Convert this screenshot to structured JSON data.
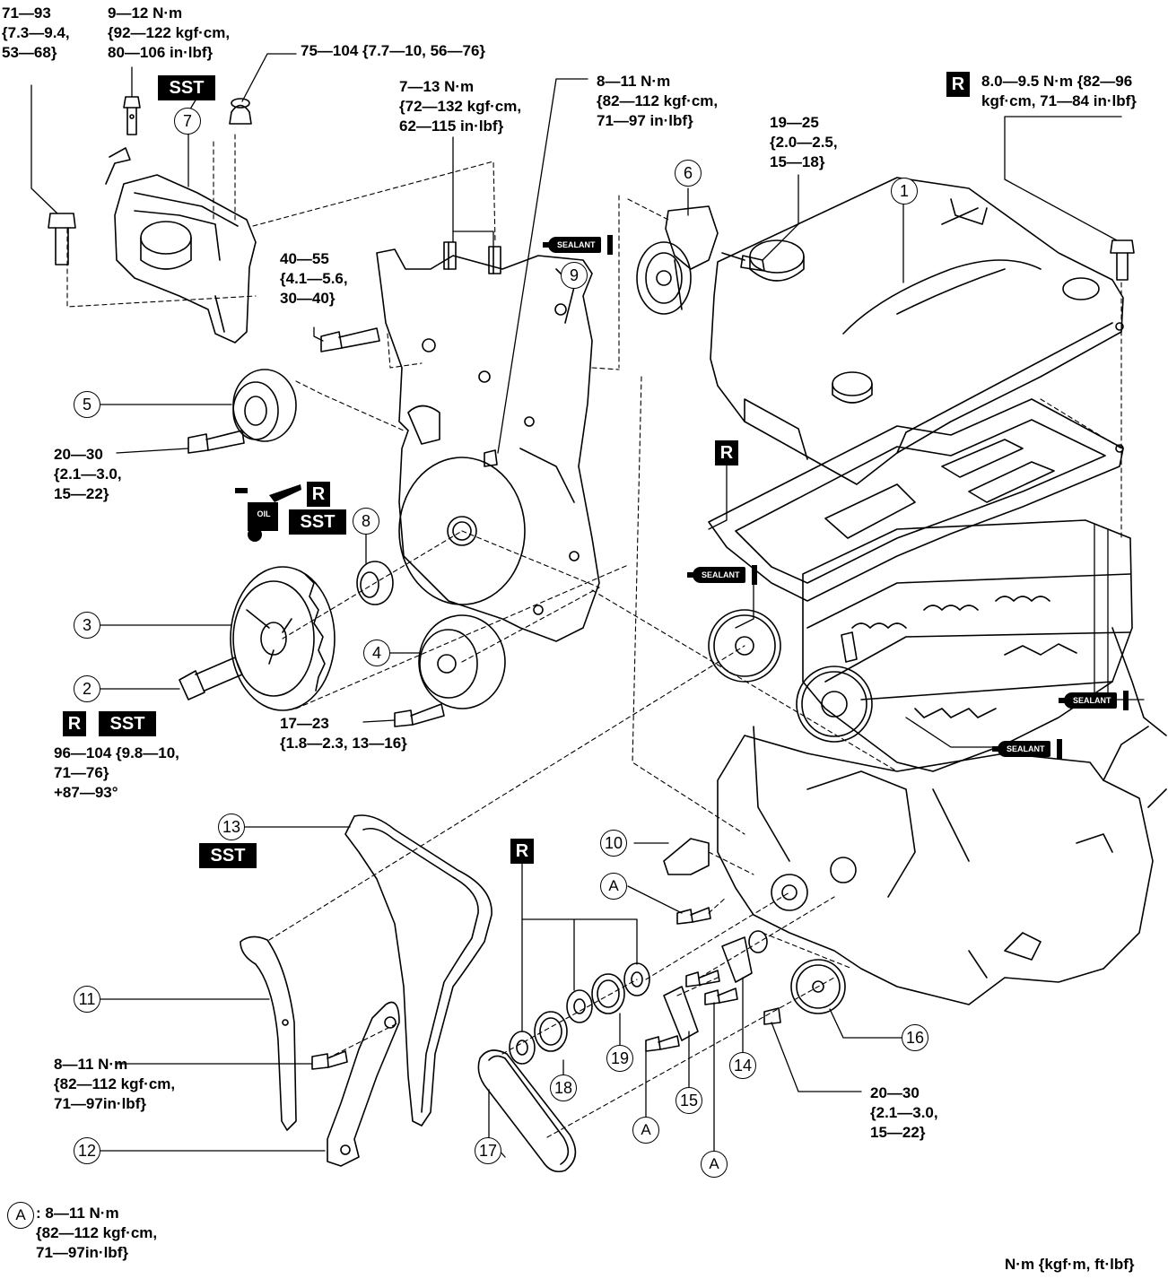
{
  "torque_specs": {
    "t1": "71—93\n{7.3—9.4,\n53—68}",
    "t2": "9—12 N·m\n{92—122 kgf·cm,\n80—106 in·lbf}",
    "t3": "75—104 {7.7—10, 56—76}",
    "t4": "7—13 N·m\n{72—132 kgf·cm,\n62—115 in·lbf}",
    "t5": "8—11 N·m\n{82—112 kgf·cm,\n71—97 in·lbf}",
    "t6": "19—25\n{2.0—2.5,\n15—18}",
    "t7": "8.0—9.5 N·m {82—96\nkgf·cm, 71—84 in·lbf}",
    "t8": "40—55\n{4.1—5.6,\n30—40}",
    "t9": "20—30\n{2.1—3.0,\n15—22}",
    "t10": "17—23\n{1.8—2.3, 13—16}",
    "t11": "96—104 {9.8—10,\n71—76}\n+87—93°",
    "t12": "8—11 N·m\n{82—112 kgf·cm,\n71—97in·lbf}",
    "t13": "20—30\n{2.1—3.0,\n15—22}"
  },
  "tags": {
    "sst": "SST",
    "r": "R",
    "sealant": "SEALANT",
    "oil": "OIL"
  },
  "callouts": {
    "c1": "1",
    "c2": "2",
    "c3": "3",
    "c4": "4",
    "c5": "5",
    "c6": "6",
    "c7": "7",
    "c8": "8",
    "c9": "9",
    "c10": "10",
    "c11": "11",
    "c12": "12",
    "c13": "13",
    "c14": "14",
    "c15": "15",
    "c16": "16",
    "c17": "17",
    "c18": "18",
    "c19": "19",
    "a": "A"
  },
  "legend": {
    "letter": "A",
    "text": ": 8—11 N·m\n{82—112 kgf·cm,\n71—97in·lbf}"
  },
  "units": "N·m {kgf·m, ft·lbf}"
}
